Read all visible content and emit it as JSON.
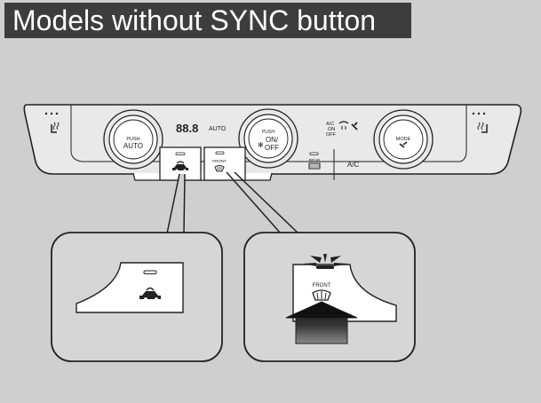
{
  "header": {
    "title": "Models without SYNC button"
  },
  "panel": {
    "temp_display": "88.8",
    "auto_indicator": "AUTO",
    "left_knob": {
      "push": "PUSH",
      "label": "AUTO"
    },
    "center_knob": {
      "push": "PUSH",
      "on": "ON/",
      "off": "OFF"
    },
    "ac_on_off": [
      "A/C",
      "ON",
      "OFF"
    ],
    "right_knob": {
      "label": "MODE"
    },
    "front_defrost": "FRONT",
    "rear_defrost": "REAR",
    "ac_button": "A/C"
  },
  "callouts": {
    "recirc_label": "",
    "front_defrost_label": "FRONT"
  },
  "colors": {
    "background": "#cfcfcf",
    "header_bg": "#3d3d3d",
    "header_text": "#ffffff",
    "outline": "#222222",
    "panel_fill": "#e9e9e9",
    "button_fill": "#ffffff",
    "press_arrow": "#222222"
  },
  "icons": {
    "recirc": "recirculation-car-icon",
    "front_defrost": "front-defrost-icon",
    "rear_defrost": "rear-defrost-icon",
    "seat_heater": "seat-heater-icon",
    "mode": "mode-airflow-icon",
    "press": "press-arrow-icon",
    "light": "indicator-light-icon"
  }
}
